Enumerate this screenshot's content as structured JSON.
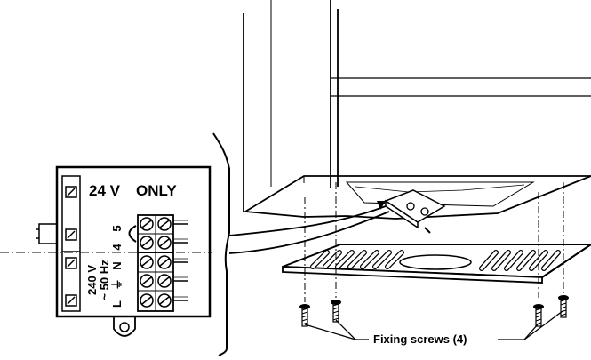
{
  "diagram": {
    "terminal_box": {
      "voltage_label": "24 V",
      "only_label": "ONLY",
      "terminal_5": "5",
      "terminal_4": "4",
      "mains_voltage": "240 V",
      "mains_frequency": "~ 50 Hz",
      "terminal_n": "N",
      "terminal_earth": "⏚",
      "terminal_l": "L"
    },
    "callout": {
      "fixing_screws": "Fixing screws (4)"
    }
  }
}
